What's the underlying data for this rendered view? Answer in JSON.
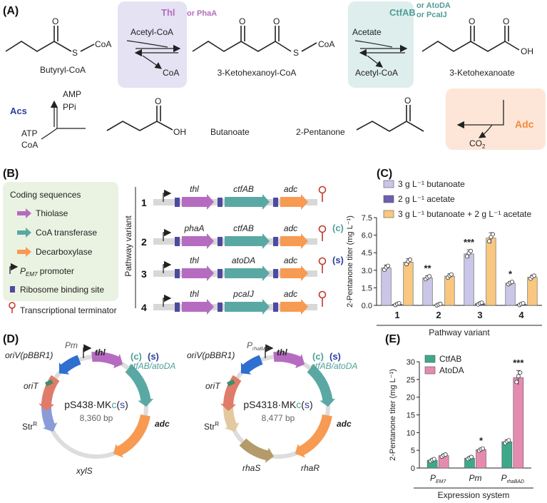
{
  "panels": {
    "A": "(A)",
    "B": "(B)",
    "C": "(C)",
    "D": "(D)",
    "E": "(E)"
  },
  "panelA": {
    "enzyme1": "Thl",
    "enzyme1_alt": "or PhaA",
    "enzyme2": "CtfAB",
    "enzyme2_alt1": "or AtoDA",
    "enzyme2_alt2": "or PcaIJ",
    "butyryl": "Butyryl-CoA",
    "ketohexanoyl": "3-Ketohexanoyl-CoA",
    "ketohexanoate": "3-Ketohexanoate",
    "acetylcoa_in": "Acetyl-CoA",
    "coa_out": "CoA",
    "acetate_in": "Acetate",
    "acetylcoa_out": "Acetyl-CoA",
    "coa_label": "CoA",
    "S": "S",
    "O": "O",
    "OH": "OH",
    "acs": "Acs",
    "amp": "AMP",
    "ppi": "PPi",
    "atp": "ATP",
    "coa_acs": "CoA",
    "butanoate": "Butanoate",
    "pentanone": "2-Pentanone",
    "adc": "Adc",
    "co2": "CO",
    "co2_sub": "2"
  },
  "panelB": {
    "legend_title": "Coding sequences",
    "thiolase": "Thiolase",
    "coa_transferase": "CoA transferase",
    "decarboxylase": "Decarboxylase",
    "promoter": "P",
    "promoter_sub": "EM7",
    "promoter_rest": " promoter",
    "rbs": "Ribosome binding site",
    "terminator": "Transcriptional terminator",
    "axis_label": "Pathway variant",
    "colors": {
      "thiolase": "#b56cc0",
      "transferase": "#5aa8a3",
      "decarboxylase": "#f79a52",
      "rbs": "#4d4aa0",
      "terminator": "#c0392b"
    },
    "variants": [
      {
        "num": "1",
        "g1": "thl",
        "g2": "ctfAB",
        "g3": "adc",
        "tag": ""
      },
      {
        "num": "2",
        "g1": "phaA",
        "g2": "ctfAB",
        "g3": "adc",
        "tag": "(c)"
      },
      {
        "num": "3",
        "g1": "thl",
        "g2": "atoDA",
        "g3": "adc",
        "tag": "(s)"
      },
      {
        "num": "4",
        "g1": "thl",
        "g2": "pcaIJ",
        "g3": "adc",
        "tag": ""
      }
    ]
  },
  "chart_data": [
    {
      "type": "bar",
      "panel": "C",
      "categories": [
        "1",
        "2",
        "3",
        "4"
      ],
      "xlabel": "Pathway variant",
      "ylabel": "2-Pentanone titer (mg L⁻¹)",
      "ylim": [
        0,
        7.5
      ],
      "yticks": [
        "0.0",
        "1.5",
        "3.0",
        "4.5",
        "6.0",
        "7.5"
      ],
      "legend_placement": "top",
      "series": [
        {
          "name": "3 g L⁻¹ butanoate",
          "color": "#c9c6e8",
          "values": [
            3.2,
            2.35,
            4.4,
            1.9
          ]
        },
        {
          "name": "2 g L⁻¹ acetate",
          "color": "#6c5fb0",
          "values": [
            0.1,
            0.05,
            0.15,
            0.1
          ]
        },
        {
          "name": "3 g L⁻¹ butanoate + 2 g L⁻¹ acetate",
          "color": "#f9c77f",
          "values": [
            3.7,
            2.5,
            5.75,
            2.4
          ]
        }
      ],
      "significance": [
        "",
        "**",
        "***",
        "*"
      ]
    },
    {
      "type": "bar",
      "panel": "E",
      "categories": [
        "P",
        "Pm",
        "P"
      ],
      "category_subs": [
        "EM7",
        "",
        "rhaBAD"
      ],
      "xlabel": "Expression system",
      "ylabel": "2-Pentanone titer (mg L⁻¹)",
      "ylim": [
        0,
        30
      ],
      "yticks": [
        "0",
        "5",
        "10",
        "15",
        "20",
        "25",
        "30"
      ],
      "legend_placement": "top-left",
      "series": [
        {
          "name": "CtfAB",
          "color": "#3ea88a",
          "values": [
            2.2,
            2.8,
            7.4
          ]
        },
        {
          "name": "AtoDA",
          "color": "#e68bb0",
          "values": [
            3.5,
            5.2,
            25.5
          ]
        }
      ],
      "significance": [
        "",
        "*",
        "***"
      ]
    }
  ],
  "panelD": {
    "p1": {
      "name_a": "pS438·MK",
      "name_c": "c",
      "name_open": "(",
      "name_s": "s",
      "name_close": ")",
      "size": "8,360 bp",
      "promoter": "Pm",
      "thl": "thl",
      "tag_c": "(c)",
      "tag_s": "(s)",
      "ctf": "ctfAB/atoDA",
      "adc": "adc",
      "xyls": "xylS",
      "str": "Str",
      "str_sup": "R",
      "orit": "oriT",
      "oriv": "oriV(pBBR1)"
    },
    "p2": {
      "name_a": "pS4318·MK",
      "name_c": "c",
      "name_open": "(",
      "name_s": "s",
      "name_close": ")",
      "size": "8,477 bp",
      "promoter": "P",
      "promoter_sub": "rhaBAD",
      "thl": "thl",
      "tag_c": "(c)",
      "tag_s": "(s)",
      "ctf": "ctfAB/atoDA",
      "adc": "adc",
      "rhar": "rhaR",
      "rhas": "rhaS",
      "str": "Str",
      "str_sup": "R",
      "orit": "oriT",
      "oriv": "oriV(pBBR1)"
    }
  }
}
